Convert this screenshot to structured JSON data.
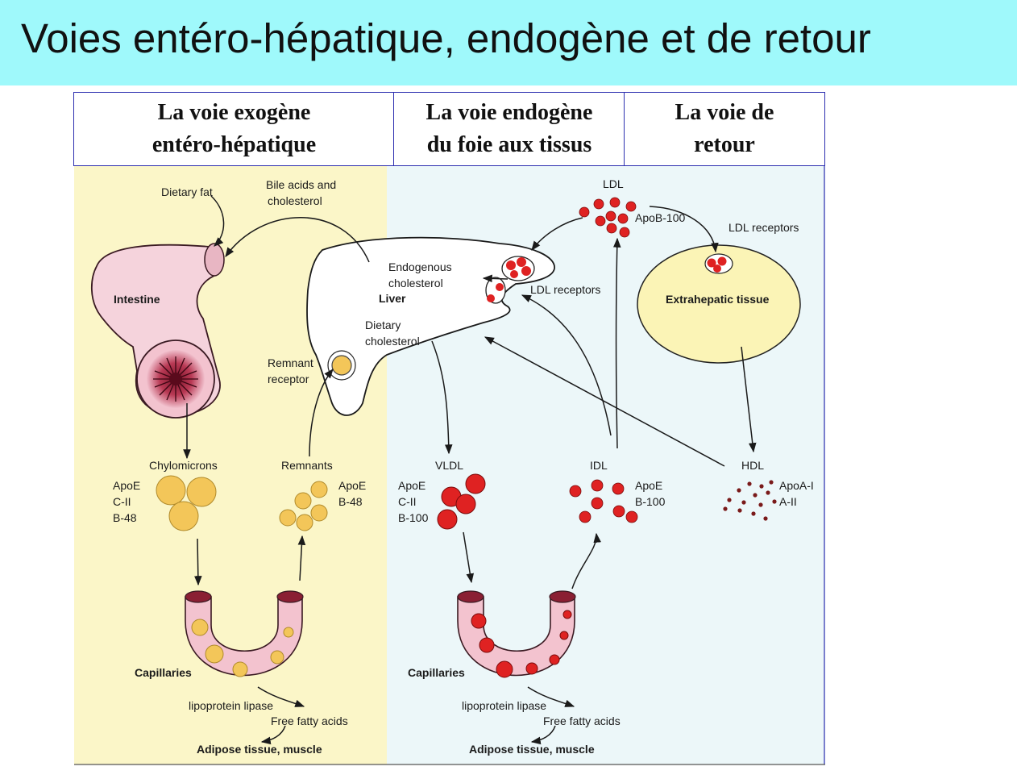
{
  "title": "Voies entéro-hépatique, endogène et  de retour",
  "headers": [
    {
      "line1": "La voie exogène",
      "line2": "entéro-hépatique"
    },
    {
      "line1": "La voie endogène",
      "line2": "du foie aux tissus"
    },
    {
      "line1": "La voie de",
      "line2": "retour"
    }
  ],
  "labels": {
    "dietary_fat": "Dietary fat",
    "bile_acids_1": "Bile acids and",
    "bile_acids_2": "cholesterol",
    "intestine": "Intestine",
    "endogenous_1": "Endogenous",
    "endogenous_2": "cholesterol",
    "liver": "Liver",
    "ldl_receptors_liver": "LDL receptors",
    "dietary_chol_1": "Dietary",
    "dietary_chol_2": "cholesterol",
    "remnant_receptor_1": "Remnant",
    "remnant_receptor_2": "receptor",
    "ldl": "LDL",
    "apob100_ldl": "ApoB-100",
    "ldl_receptors_tissue": "LDL receptors",
    "extrahepatic": "Extrahepatic tissue",
    "chylomicrons": "Chylomicrons",
    "chylo_apo": [
      "ApoE",
      "C-II",
      "B-48"
    ],
    "remnants": "Remnants",
    "remnant_apo": [
      "ApoE",
      "B-48"
    ],
    "vldl": "VLDL",
    "vldl_apo": [
      "ApoE",
      "C-II",
      "B-100"
    ],
    "idl": "IDL",
    "idl_apo": [
      "ApoE",
      "B-100"
    ],
    "hdl": "HDL",
    "hdl_apo": [
      "ApoA-I",
      "A-II"
    ],
    "capillaries": "Capillaries",
    "lipase": "lipoprotein lipase",
    "ffa": "Free fatty acids",
    "adipose": "Adipose tissue, muscle"
  },
  "colors": {
    "title_bg": "#9ff9fb",
    "exogenous_bg": "#fbf6c8",
    "endogenous_bg": "#ecf7f9",
    "header_border": "#2d2fb0",
    "chylomicron": "#f3c659",
    "ldl_particle": "#df2222",
    "intestine": "#f5d3dc",
    "extrahepatic": "#fbf4b6"
  }
}
